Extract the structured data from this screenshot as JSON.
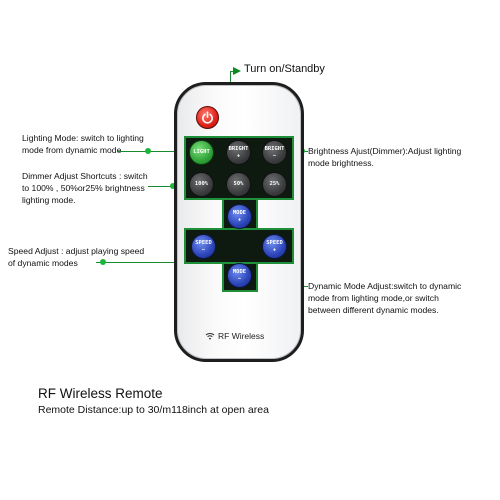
{
  "annotations": {
    "power": "Turn on/Standby",
    "lighting_mode_l1": "Lighting Mode: switch to lighting",
    "lighting_mode_l2": "mode from dynamic mode",
    "dimmer_l1": "Dimmer Adjust Shortcuts : switch",
    "dimmer_l2": "to 100% , 50%or25% brightness",
    "dimmer_l3": "lighting mode.",
    "brightness_l1": "Brightness Ajust(Dimmer):Adjust lighting",
    "brightness_l2": "mode brightness.",
    "speed_l1": "Speed Adjust : adjust playing speed",
    "speed_l2": "of dynamic modes",
    "dynamic_l1": "Dynamic Mode Adjust:switch to dynamic",
    "dynamic_l2": "mode from lighting mode,or switch",
    "dynamic_l3": "between different dynamic modes."
  },
  "buttons": {
    "light": "LIGHT",
    "bright_up_top": "BRIGHT",
    "bright_up_sym": "+",
    "bright_down_top": "BRIGHT",
    "bright_down_sym": "−",
    "p100": "100%",
    "p50": "50%",
    "p25": "25%",
    "mode_up_top": "MODE",
    "mode_up_sym": "+",
    "mode_down_top": "MODE",
    "mode_down_sym": "−",
    "speed_down_top": "SPEED",
    "speed_down_sym": "−",
    "speed_up_top": "SPEED",
    "speed_up_sym": "+"
  },
  "remote_brand": "RF Wireless",
  "footer": {
    "title": "RF Wireless Remote",
    "subtitle": "Remote Distance:up to 30/m118inch at open area"
  },
  "colors": {
    "accent_green": "#19b63a",
    "power_red": "#e0231a",
    "mode_blue": "#2b44b8"
  }
}
